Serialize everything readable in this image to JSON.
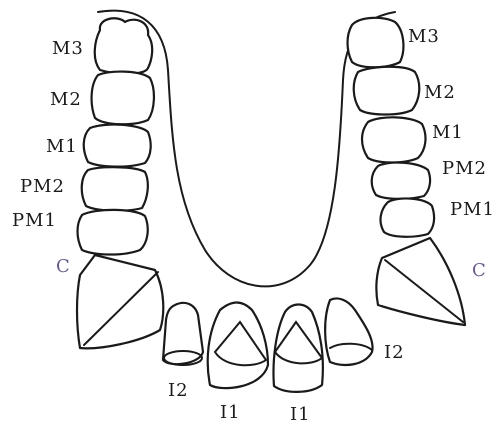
{
  "colors": {
    "ink": "#1a1a1a",
    "canine_label": "#6a5a8a",
    "background": "#ffffff"
  },
  "left_labels": {
    "m3": "M3",
    "m2": "M2",
    "m1": "M1",
    "pm2": "PM2",
    "pm1": "PM1",
    "c": "C"
  },
  "right_labels": {
    "m3": "M3",
    "m2": "M2",
    "m1": "M1",
    "pm2": "PM2",
    "pm1": "PM1",
    "c": "C"
  },
  "front_labels": {
    "left_i2": "I2",
    "left_i1": "I1",
    "right_i1": "I1",
    "right_i2": "I2"
  }
}
